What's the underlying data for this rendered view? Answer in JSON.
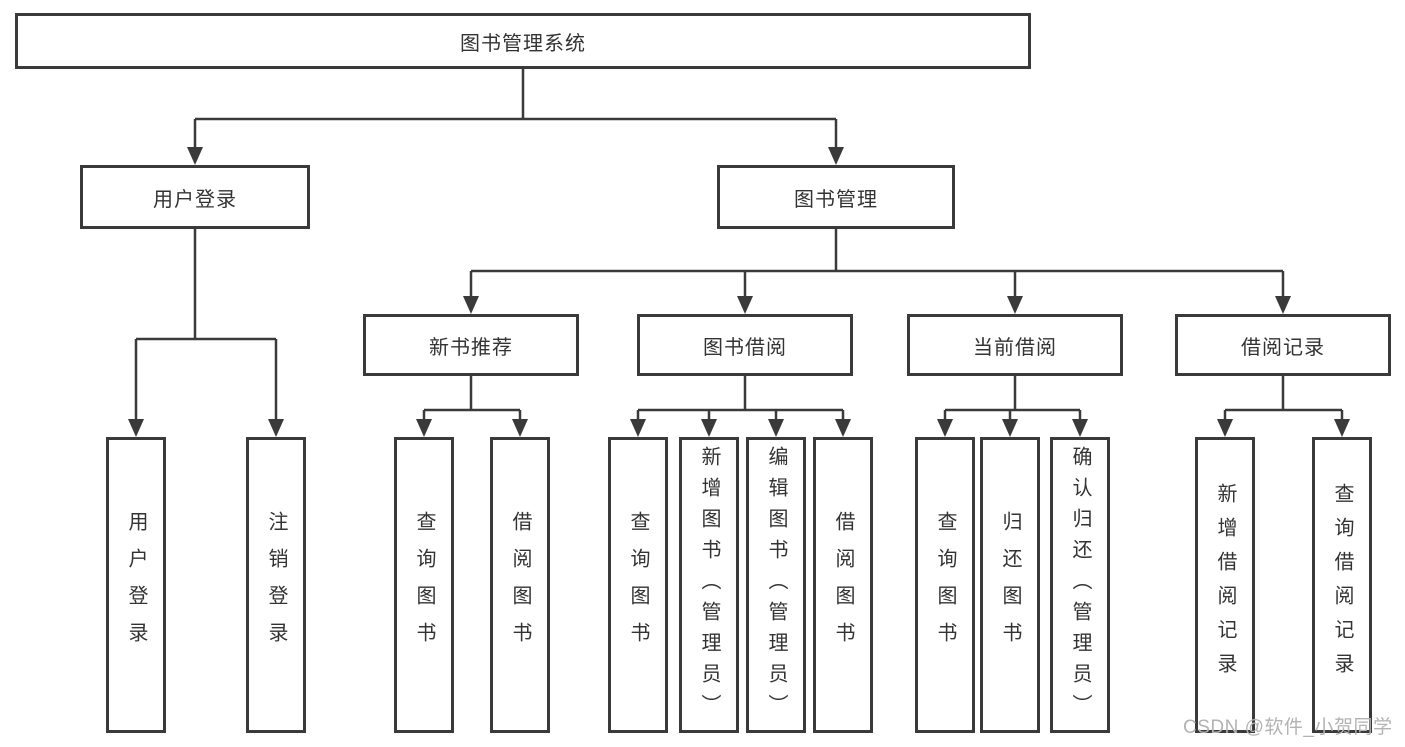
{
  "watermark": {
    "text": "CSDN @软件_小贺同学"
  },
  "colors": {
    "line": "#3a3a3a",
    "text": "#333333",
    "box_bg": "#ffffff",
    "watermark": "#b3b3b3"
  },
  "diagram": {
    "root": {
      "label": "图书管理系统"
    },
    "branches": [
      {
        "label": "用户登录",
        "children": [
          {
            "label": "用户登录"
          },
          {
            "label": "注销登录"
          }
        ]
      },
      {
        "label": "图书管理",
        "children": [
          {
            "label": "新书推荐",
            "children": [
              {
                "label": "查询图书"
              },
              {
                "label": "借阅图书"
              }
            ]
          },
          {
            "label": "图书借阅",
            "children": [
              {
                "label": "查询图书"
              },
              {
                "label": "新增图书（管理员）"
              },
              {
                "label": "编辑图书（管理员）"
              },
              {
                "label": "借阅图书"
              }
            ]
          },
          {
            "label": "当前借阅",
            "children": [
              {
                "label": "查询图书"
              },
              {
                "label": "归还图书"
              },
              {
                "label": "确认归还（管理员）"
              }
            ]
          },
          {
            "label": "借阅记录",
            "children": [
              {
                "label": "新增借阅记录"
              },
              {
                "label": "查询借阅记录"
              }
            ]
          }
        ]
      }
    ]
  }
}
